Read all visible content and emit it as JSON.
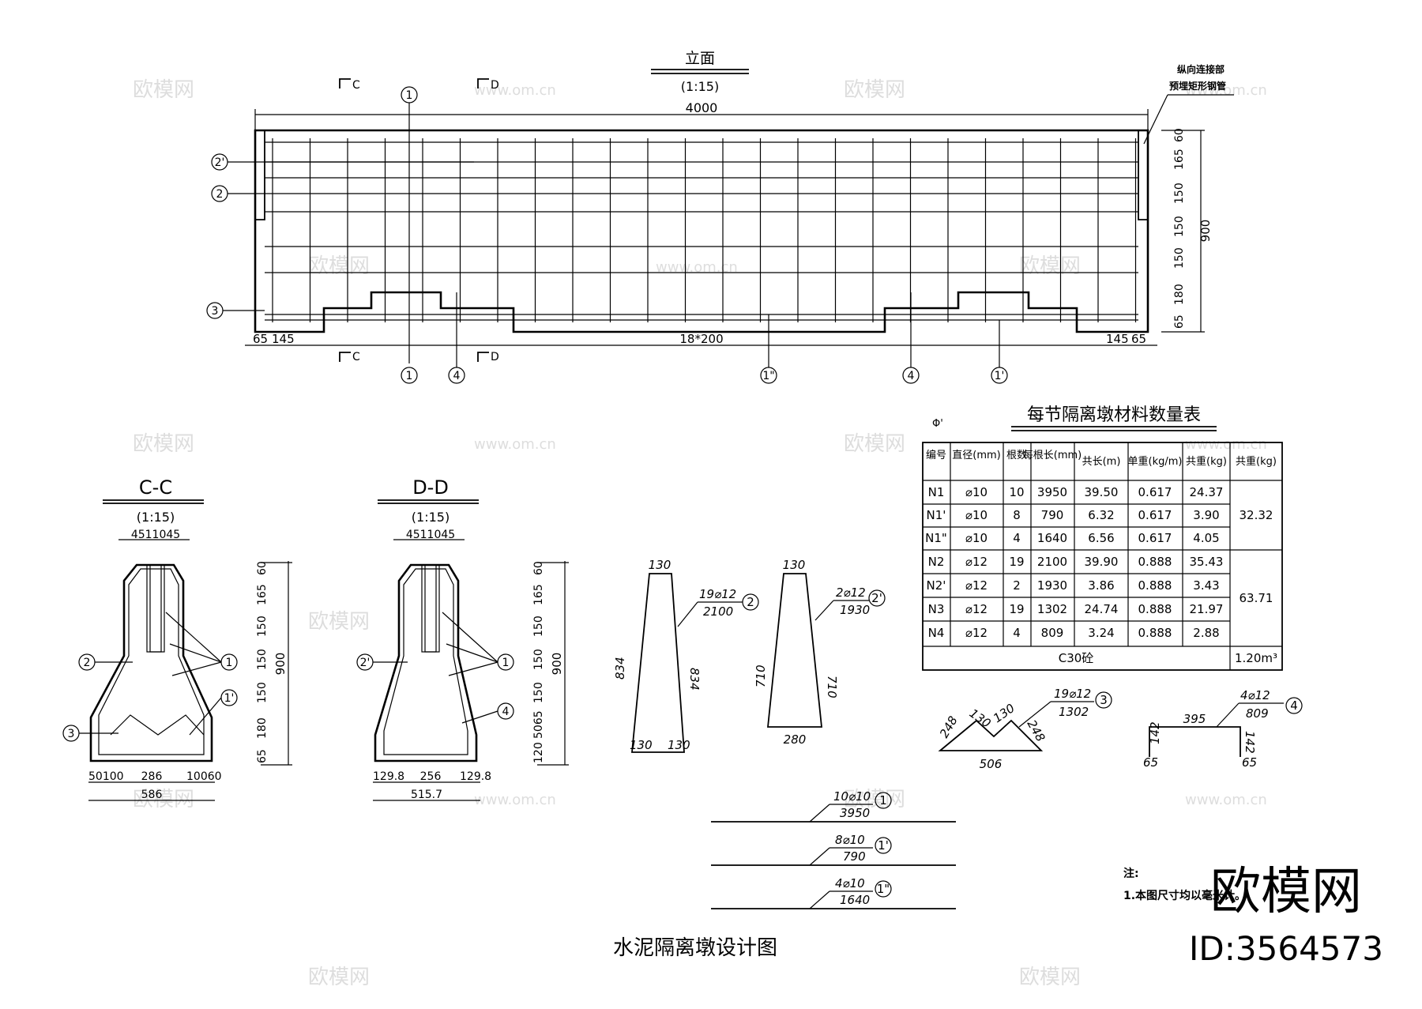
{
  "elevation": {
    "title": "立面",
    "scale": "(1:15)",
    "total_length": "4000",
    "bottom_dims": [
      "65",
      "145",
      "18*200",
      "145",
      "65"
    ],
    "height_total": "900",
    "height_dims": [
      "65",
      "180",
      "150",
      "150",
      "150",
      "165",
      "60"
    ],
    "note_line1": "纵向连接部",
    "note_line2": "预埋矩形钢管",
    "section_marks": [
      "C",
      "D",
      "C",
      "D"
    ],
    "bar_marks_left": [
      "2'",
      "2",
      "3"
    ],
    "bar_marks_top": [
      "1"
    ],
    "bar_marks_bottom": [
      "1",
      "4",
      "1\"",
      "4",
      "1'"
    ]
  },
  "section_cc": {
    "title": "C-C",
    "scale": "(1:15)",
    "top_dims": "4511045",
    "height_total": "900",
    "height_dims": [
      "65",
      "180",
      "150",
      "150",
      "150",
      "165",
      "60"
    ],
    "bottom_dims": [
      "50100",
      "286",
      "10060"
    ],
    "bottom_total": "586",
    "marks": [
      "2",
      "3",
      "1",
      "1'"
    ]
  },
  "section_dd": {
    "title": "D-D",
    "scale": "(1:15)",
    "top_dims": "4511045",
    "height_total": "900",
    "height_dims": [
      "120",
      "5065",
      "150",
      "150",
      "150",
      "165",
      "60"
    ],
    "bottom_dims": [
      "129.8",
      "256",
      "129.8"
    ],
    "bottom_total": "515.7",
    "marks": [
      "2'",
      "1",
      "4"
    ]
  },
  "bar_shapes": [
    {
      "top": "130",
      "side_left": "834",
      "side_right": "834",
      "bottom_left": "130",
      "bottom_right": "130",
      "count_label": "19⌀12",
      "length": "2100",
      "mark": "2"
    },
    {
      "top": "130",
      "side_left": "710",
      "side_right": "710",
      "bottom": "280",
      "count_label": "2⌀12",
      "length": "1930",
      "mark": "2'"
    },
    {
      "left": "248",
      "top_left": "130",
      "top_right": "130",
      "right": "248",
      "bottom": "506",
      "count_label": "19⌀12",
      "length": "1302",
      "mark": "3"
    },
    {
      "left": "142",
      "top": "395",
      "right": "142",
      "foot_left": "65",
      "foot_right": "65",
      "count_label": "4⌀12",
      "length": "809",
      "mark": "4"
    }
  ],
  "straight_bars": [
    {
      "count_label": "10⌀10",
      "length": "3950",
      "mark": "1"
    },
    {
      "count_label": "8⌀10",
      "length": "790",
      "mark": "1'"
    },
    {
      "count_label": "4⌀10",
      "length": "1640",
      "mark": "1\""
    }
  ],
  "table": {
    "title": "每节隔离墩材料数量表",
    "phi_label": "Φ'",
    "headers": [
      "编号",
      "直径(mm)",
      "根数",
      "每根长(mm)",
      "共长(m)",
      "单重(kg/m)",
      "共重(kg)",
      "共重(kg)"
    ],
    "rows": [
      [
        "N1",
        "⌀10",
        "10",
        "3950",
        "39.50",
        "0.617",
        "24.37"
      ],
      [
        "N1'",
        "⌀10",
        "8",
        "790",
        "6.32",
        "0.617",
        "3.90"
      ],
      [
        "N1\"",
        "⌀10",
        "4",
        "1640",
        "6.56",
        "0.617",
        "4.05"
      ],
      [
        "N2",
        "⌀12",
        "19",
        "2100",
        "39.90",
        "0.888",
        "35.43"
      ],
      [
        "N2'",
        "⌀12",
        "2",
        "1930",
        "3.86",
        "0.888",
        "3.43"
      ],
      [
        "N3",
        "⌀12",
        "19",
        "1302",
        "24.74",
        "0.888",
        "21.97"
      ],
      [
        "N4",
        "⌀12",
        "4",
        "809",
        "3.24",
        "0.888",
        "2.88"
      ]
    ],
    "group_totals": [
      "32.32",
      "63.71"
    ],
    "concrete_label": "C30砼",
    "concrete_value": "1.20m³"
  },
  "notes": {
    "label": "注:",
    "line1": "1.本图尺寸均以毫米计。"
  },
  "drawing_title": "水泥隔离墩设计图",
  "watermark": {
    "logo": "欧模网",
    "id": "ID:3564573",
    "url": "www.om.cn"
  }
}
